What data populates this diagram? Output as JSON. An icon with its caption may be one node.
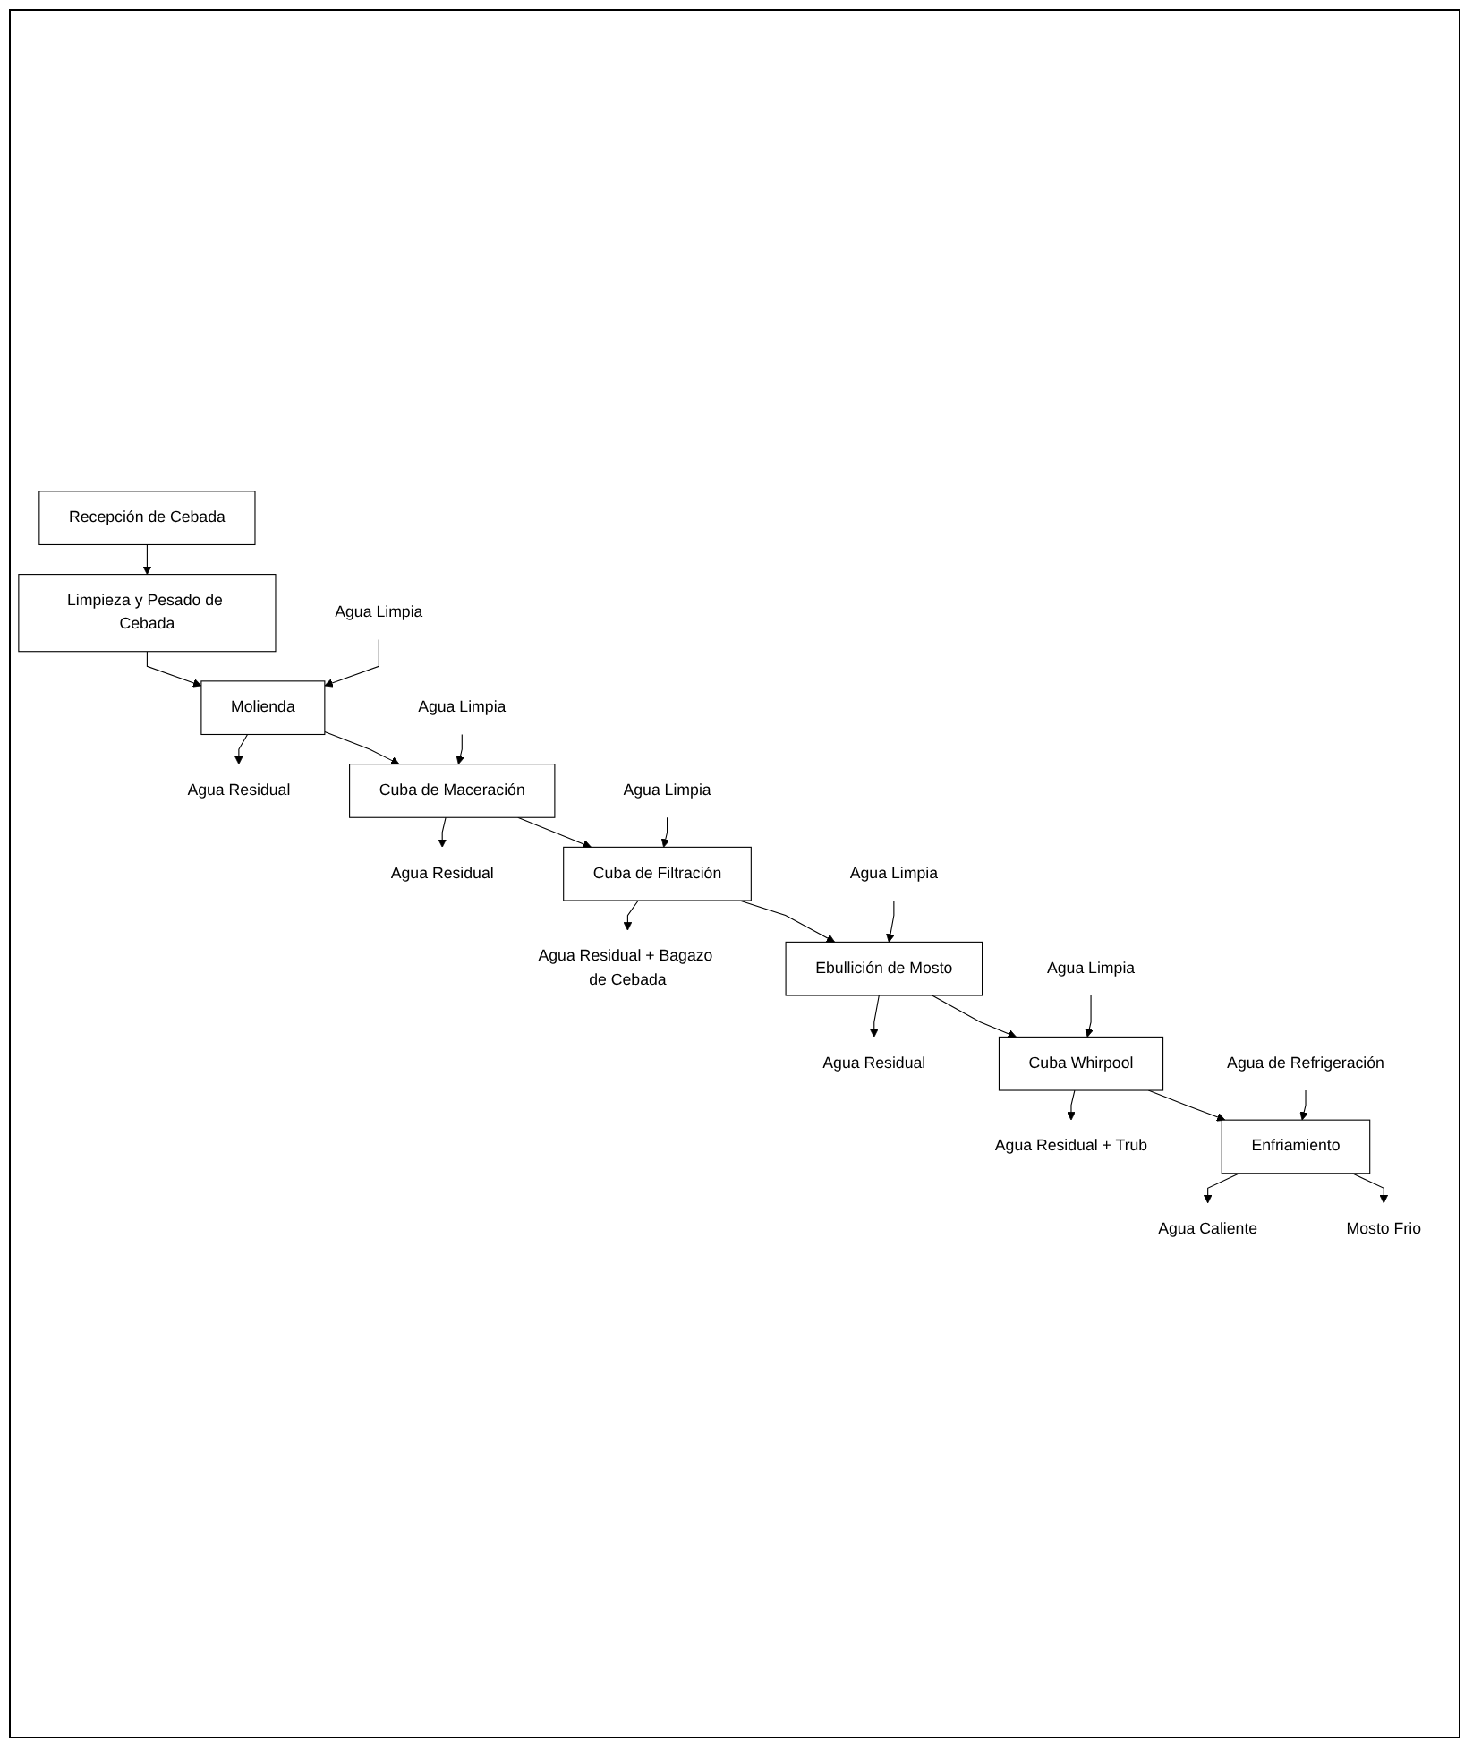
{
  "diagram": {
    "nodes": [
      {
        "text": [
          "Recepción de Cebada"
        ]
      },
      {
        "text": [
          "Limpieza y Pesado de Cebada"
        ]
      },
      {
        "text": [
          "Agua Limpia"
        ]
      },
      {
        "text": [
          "Molienda"
        ]
      },
      {
        "text": [
          "Agua Residual"
        ]
      },
      {
        "text": [
          "Agua Limpia"
        ]
      },
      {
        "text": [
          "Cuba de Maceración"
        ]
      },
      {
        "text": [
          "Agua Residual"
        ]
      },
      {
        "text": [
          "Agua Limpia"
        ]
      },
      {
        "text": [
          "Cuba de Filtración"
        ]
      },
      {
        "text": [
          "Agua Residual + Bagazo de Cebada"
        ]
      },
      {
        "text": [
          "Agua Limpia"
        ]
      },
      {
        "text": [
          "Ebullición de Mosto"
        ]
      },
      {
        "text": [
          "Agua Residual"
        ]
      },
      {
        "text": [
          "Agua Limpia"
        ]
      },
      {
        "text": [
          "Cuba Whirpool"
        ]
      },
      {
        "text": [
          "Agua Residual + Trub"
        ]
      },
      {
        "text": [
          "Agua de Refrigeración"
        ]
      },
      {
        "text": [
          "Enfriamiento"
        ]
      },
      {
        "text": [
          "Agua Caliente"
        ]
      },
      {
        "text": [
          "Mosto Frio"
        ]
      }
    ],
    "edges": [
      {
        "from": 0,
        "to": 1,
        "arrow": "to"
      },
      {
        "from": 1,
        "to": 3,
        "arrow": "to"
      },
      {
        "from": 2,
        "to": 3,
        "arrow": "to"
      },
      {
        "from": 3,
        "to": 4,
        "arrow": "to"
      },
      {
        "from": 3,
        "to": 6,
        "arrow": "to"
      },
      {
        "from": 5,
        "to": 6,
        "arrow": "to"
      },
      {
        "from": 6,
        "to": 7,
        "arrow": "to"
      },
      {
        "from": 6,
        "to": 9,
        "arrow": "to"
      },
      {
        "from": 8,
        "to": 9,
        "arrow": "to"
      },
      {
        "from": 9,
        "to": 10,
        "arrow": "to"
      },
      {
        "from": 9,
        "to": 12,
        "arrow": "to"
      },
      {
        "from": 11,
        "to": 12,
        "arrow": "to"
      },
      {
        "from": 12,
        "to": 13,
        "arrow": "to"
      },
      {
        "from": 12,
        "to": 15,
        "arrow": "to"
      },
      {
        "from": 14,
        "to": 15,
        "arrow": "to"
      },
      {
        "from": 15,
        "to": 16,
        "arrow": "to"
      },
      {
        "from": 15,
        "to": 18,
        "arrow": "to"
      },
      {
        "from": 17,
        "to": 18,
        "arrow": "to"
      },
      {
        "from": 18,
        "to": 19,
        "arrow": "to"
      },
      {
        "from": 18,
        "to": 20,
        "arrow": "to"
      }
    ]
  }
}
